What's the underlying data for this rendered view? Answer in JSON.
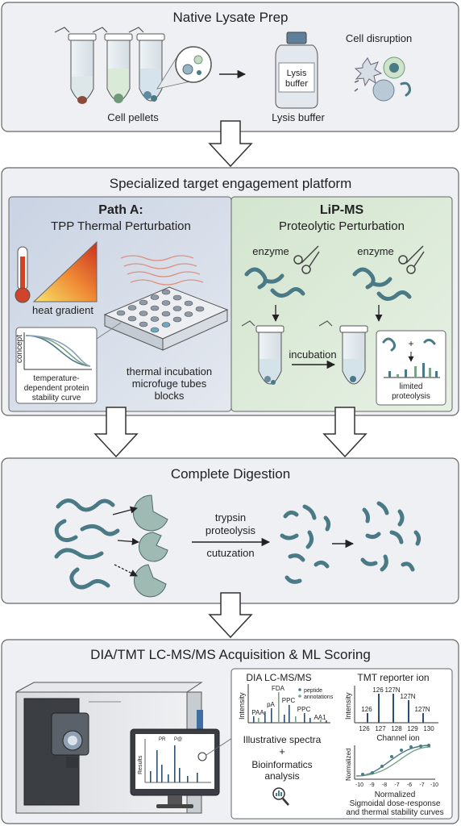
{
  "prep": {
    "title": "Native Lysate Prep",
    "cell_pellets": "Cell pellets",
    "lysis_label_line1": "Lysis",
    "lysis_label_line2": "buffer",
    "lysis_buffer": "Lysis buffer",
    "cell_disruption": "Cell disruption"
  },
  "platform": {
    "title": "Specialized target engagement platform",
    "path_a": {
      "title": "Path A:",
      "subtitle": "TPP Thermal Perturbation",
      "heat_gradient": "heat gradient",
      "concept": "concept",
      "curve_line1": "temperature-",
      "curve_line2": "dependent protein",
      "curve_line3": "stability curve",
      "incubation_line1": "thermal incubation",
      "incubation_line2": "microfuge tubes",
      "incubation_line3": "blocks"
    },
    "path_b": {
      "title": "LiP-MS",
      "subtitle": "Proteolytic Perturbation",
      "enzyme_1": "enzyme",
      "enzyme_2": "enzyme",
      "incubation": "incubation",
      "plus": "+",
      "limited_line1": "limited",
      "limited_line2": "proteolysis"
    }
  },
  "digestion": {
    "title": "Complete Digestion",
    "trypsin_line1": "trypsin",
    "trypsin_line2": "proteolysis",
    "cutuzation": "cutuzation"
  },
  "acquisition": {
    "title": "DIA/TMT LC-MS/MS Acquisition & ML Scoring",
    "monitor_y": "Results",
    "monitor_peak1": "PR",
    "monitor_peak2": "P@",
    "dia": {
      "title": "DIA LC-MS/MS",
      "ylabel": "Intensity",
      "legend_peptide": "peptide",
      "legend_annotations": "annotations",
      "peak_fda": "FDA",
      "peak_paa": "PAA",
      "peak_ppc1": "PPC",
      "peak_ppc2": "PPC",
      "peak_aa1": "AA1",
      "peak_a": "pA"
    },
    "tmt": {
      "title": "TMT reporter ion",
      "ylabel": "Intensity",
      "xlabel": "Channel ion",
      "peak_126a": "126",
      "peak_126b": "126",
      "peak_127n_a": "127N",
      "peak_127n_b": "127N",
      "peak_127n_c": "127N",
      "ticks": [
        "126",
        "127",
        "128",
        "129",
        "130"
      ]
    },
    "illustrative": "Illustrative spectra",
    "plus": "+",
    "bioinfo_line1": "Bioinformatics",
    "bioinfo_line2": "analysis",
    "sigmoid": {
      "ylabel": "Normalized",
      "ticks": [
        "-10",
        "-9",
        "-8",
        "-7",
        "-6",
        "-7",
        "-10"
      ],
      "caption_line1": "Normalized",
      "caption_line2": "Sigmoidal dose-response",
      "caption_line3": "and thermal stability curves"
    }
  },
  "colors": {
    "panel_bg": "#eef0f4",
    "path_a_bg": "#d6dde8",
    "path_b_bg": "#dbe8d6",
    "teal": "#4a7a85",
    "heat_red": "#d0452a",
    "heat_yellow": "#f5d24a"
  }
}
